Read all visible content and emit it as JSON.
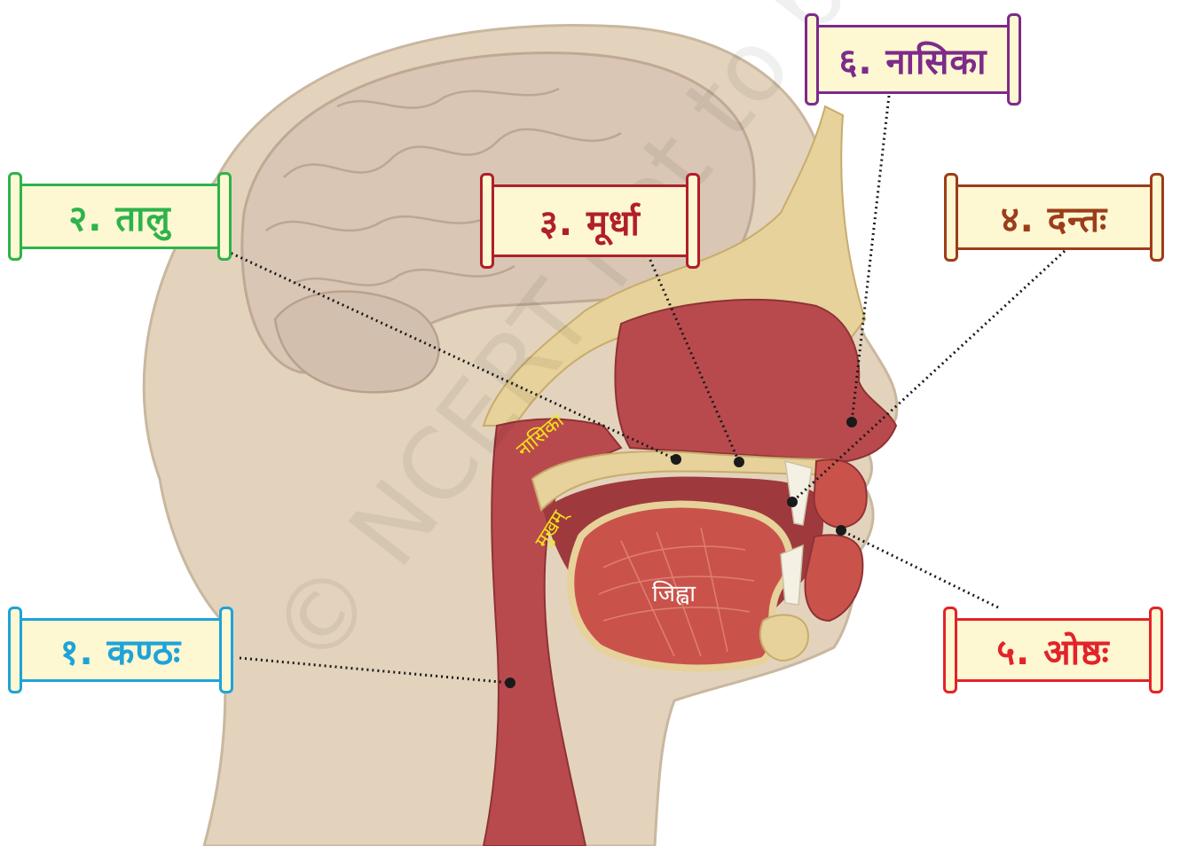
{
  "labels": {
    "kantha": "१. कण्ठः",
    "talu": "२. तालु",
    "murdha": "३. मूर्धा",
    "danta": "४. दन्तः",
    "oshtha": "५. ओष्ठः",
    "nasika": "६. नासिका"
  },
  "inner_labels": {
    "nasika": "नासिका",
    "mukham": "मुखम्",
    "jihva": "जिह्वा"
  },
  "watermark": "© NCERT not to be republished",
  "colors": {
    "kantha": "#1ea3d8",
    "talu": "#2db34a",
    "murdha": "#b01f2a",
    "danta": "#9c3d1a",
    "oshtha": "#e2232a",
    "nasika": "#7d2a8a",
    "skin": "#e3d3bd",
    "brain": "#d9c6b4",
    "tissue": "#b84a4e",
    "tongue": "#c9534b",
    "bone": "#e6d29a",
    "inner_yellow": "#f2e31a"
  }
}
